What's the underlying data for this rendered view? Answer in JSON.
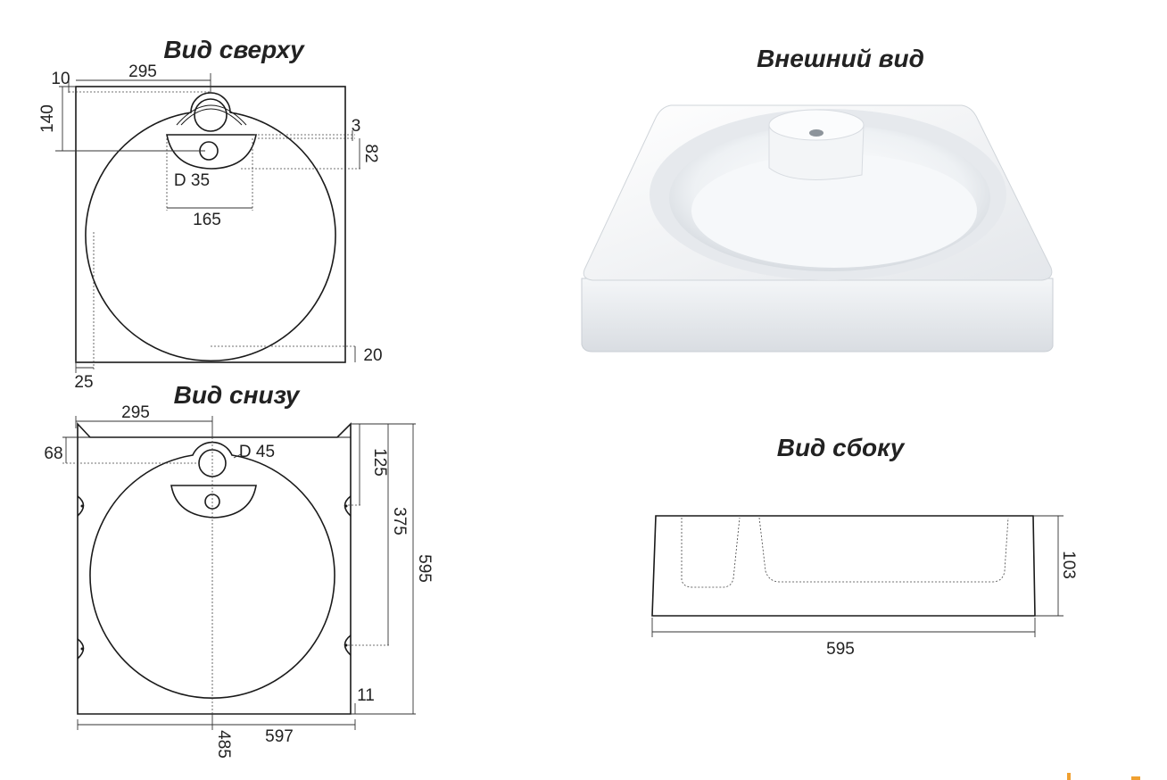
{
  "views": {
    "top": {
      "title": "Вид сверху"
    },
    "bottom": {
      "title": "Вид снизу"
    },
    "external": {
      "title": "Внешний вид"
    },
    "side": {
      "title": "Вид сбоку"
    }
  },
  "dimensions": {
    "top_10": "10",
    "top_295": "295",
    "top_140": "140",
    "top_3": "3",
    "top_82": "82",
    "top_d35": "D 35",
    "top_165": "165",
    "top_20": "20",
    "top_25": "25",
    "bottom_295": "295",
    "bottom_68": "68",
    "bottom_d45": "D 45",
    "bottom_125": "125",
    "bottom_375": "375",
    "bottom_595": "595",
    "bottom_11": "11",
    "bottom_485": "485",
    "bottom_597": "597",
    "side_103": "103",
    "side_595": "595"
  },
  "colors": {
    "line": "#1a1a1a",
    "text": "#222222",
    "accent_mark": "#f0a030"
  }
}
